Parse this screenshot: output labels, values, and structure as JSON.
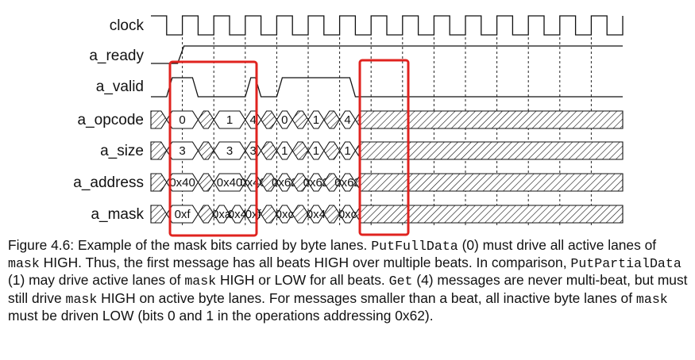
{
  "diagram": {
    "signals": [
      {
        "name": "clock",
        "kind": "clock"
      },
      {
        "name": "a_ready",
        "kind": "ready"
      },
      {
        "name": "a_valid",
        "kind": "valid",
        "high_cycles": [
          [
            1,
            3
          ],
          [
            6,
            7
          ],
          [
            8,
            13
          ]
        ]
      },
      {
        "name": "a_opcode",
        "kind": "bus",
        "segments": [
          {
            "start": 1,
            "end": 3,
            "label": "0"
          },
          {
            "start": 4,
            "end": 6,
            "label": "1"
          },
          {
            "start": 6,
            "end": 7,
            "label": "4"
          },
          {
            "start": 8,
            "end": 9,
            "label": "0"
          },
          {
            "start": 10,
            "end": 11,
            "label": "1"
          },
          {
            "start": 12,
            "end": 13,
            "label": "4"
          }
        ]
      },
      {
        "name": "a_size",
        "kind": "bus",
        "segments": [
          {
            "start": 1,
            "end": 3,
            "label": "3"
          },
          {
            "start": 4,
            "end": 6,
            "label": "3"
          },
          {
            "start": 6,
            "end": 7,
            "label": "3"
          },
          {
            "start": 8,
            "end": 9,
            "label": "1"
          },
          {
            "start": 10,
            "end": 11,
            "label": "1"
          },
          {
            "start": 12,
            "end": 13,
            "label": "1"
          }
        ]
      },
      {
        "name": "a_address",
        "kind": "bus",
        "segments": [
          {
            "start": 1,
            "end": 3,
            "label": "0x40"
          },
          {
            "start": 4,
            "end": 6,
            "label": "0x40"
          },
          {
            "start": 6,
            "end": 7,
            "label": "0x40"
          },
          {
            "start": 8,
            "end": 9,
            "label": "0x62"
          },
          {
            "start": 10,
            "end": 11,
            "label": "0x62"
          },
          {
            "start": 12,
            "end": 13,
            "label": "0x62"
          }
        ]
      },
      {
        "name": "a_mask",
        "kind": "bus",
        "segments": [
          {
            "start": 1,
            "end": 3,
            "label": "0xf"
          },
          {
            "start": 4,
            "end": 5,
            "label": "0xa"
          },
          {
            "start": 5,
            "end": 6,
            "label": "0x4"
          },
          {
            "start": 6,
            "end": 7,
            "label": "0xf"
          },
          {
            "start": 8,
            "end": 9,
            "label": "0xc"
          },
          {
            "start": 10,
            "end": 11,
            "label": "0x4"
          },
          {
            "start": 12,
            "end": 13,
            "label": "0xc"
          }
        ]
      }
    ],
    "highlight_color": "#e0231f"
  },
  "caption": {
    "figure": "Figure 4.6:",
    "t1": " Example of the mask bits carried by byte lanes.  ",
    "c1": "PutFullData",
    "t2": " (0) must drive all active lanes of ",
    "c2": "mask",
    "t3": " HIGH. Thus, the first message has all beats HIGH over multiple beats.  In comparison, ",
    "c3": "PutPartialData",
    "t4": " (1) may drive active lanes of ",
    "c4": "mask",
    "t5": " HIGH or LOW for all beats. ",
    "c5": "Get",
    "t6": " (4) messages are never multi-beat, but must still drive ",
    "c6": "mask",
    "t7": " HIGH on active byte lanes. For messages smaller than a beat, all inactive byte lanes of ",
    "c7": "mask",
    "t8": " must be driven LOW (bits 0 and 1 in the operations addressing 0x62)."
  }
}
